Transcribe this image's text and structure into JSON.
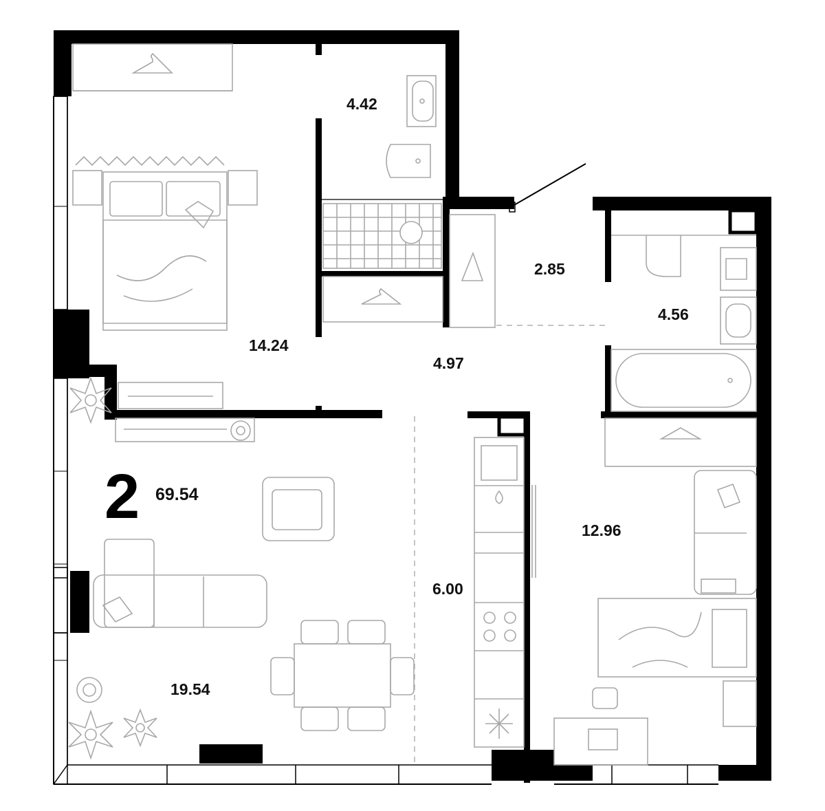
{
  "apartment": {
    "rooms_count": "2",
    "total_area": "69.54"
  },
  "rooms": {
    "bedroom": "14.24",
    "bathroom_top": "4.42",
    "wardrobe": "2.85",
    "bathroom_right": "4.56",
    "hallway": "4.97",
    "living_room": "19.54",
    "kitchen": "6.00",
    "bedroom_2": "12.96"
  }
}
